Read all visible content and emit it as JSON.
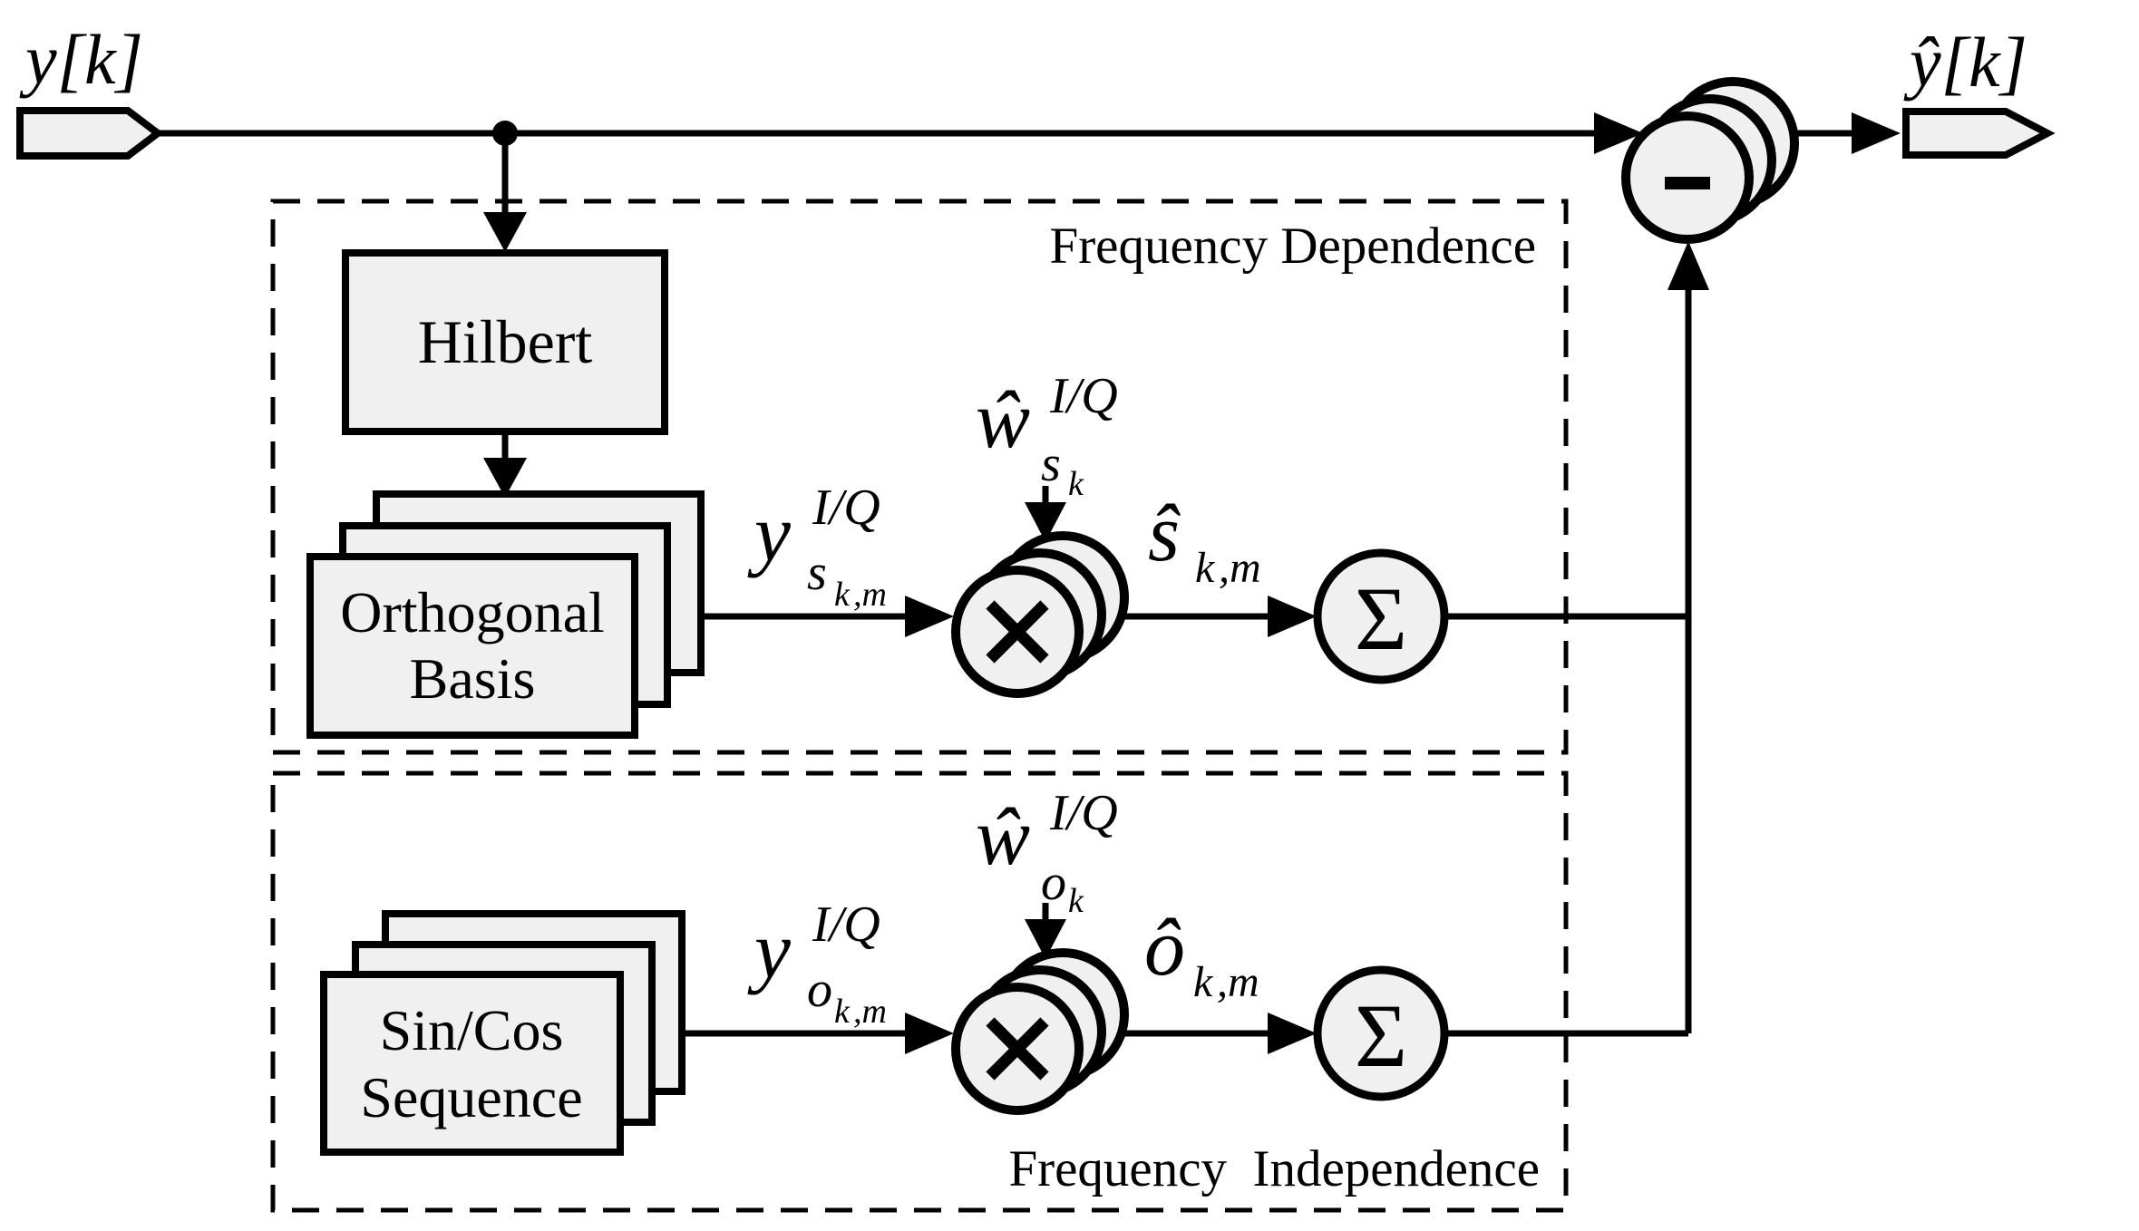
{
  "io": {
    "input_label": "y[k]",
    "output_label": "ŷ[k]"
  },
  "regions": {
    "frequency_dependence": "Frequency Dependence",
    "frequency_independence": "Frequency  Independence"
  },
  "blocks": {
    "hilbert": "Hilbert",
    "orthogonal_basis": {
      "line1": "Orthogonal",
      "line2": "Basis"
    },
    "sincos_sequence": {
      "line1": "Sin/Cos",
      "line2": "Sequence"
    }
  },
  "operators": {
    "multiply": "×",
    "sum": "Σ",
    "subtract": "−"
  },
  "math_labels": {
    "y_s": {
      "base": "y",
      "sup": "I/Q",
      "sub": "s",
      "subsub": "k",
      "tail": ",m"
    },
    "w_s": {
      "base": "ŵ",
      "sup": "I/Q",
      "sub": "s",
      "subsub": "k"
    },
    "s_hat": {
      "base": "ŝ",
      "sub": "k",
      "tail": ",m"
    },
    "y_o": {
      "base": "y",
      "sup": "I/Q",
      "sub": "o",
      "subsub": "k",
      "tail": ",m"
    },
    "w_o": {
      "base": "ŵ",
      "sup": "I/Q",
      "sub": "o",
      "subsub": "k"
    },
    "o_hat": {
      "base": "ô",
      "sub": "k",
      "tail": ",m"
    }
  },
  "colors": {
    "line": "#000000",
    "node_fill": "#f0f0f0",
    "background": "#ffffff"
  }
}
